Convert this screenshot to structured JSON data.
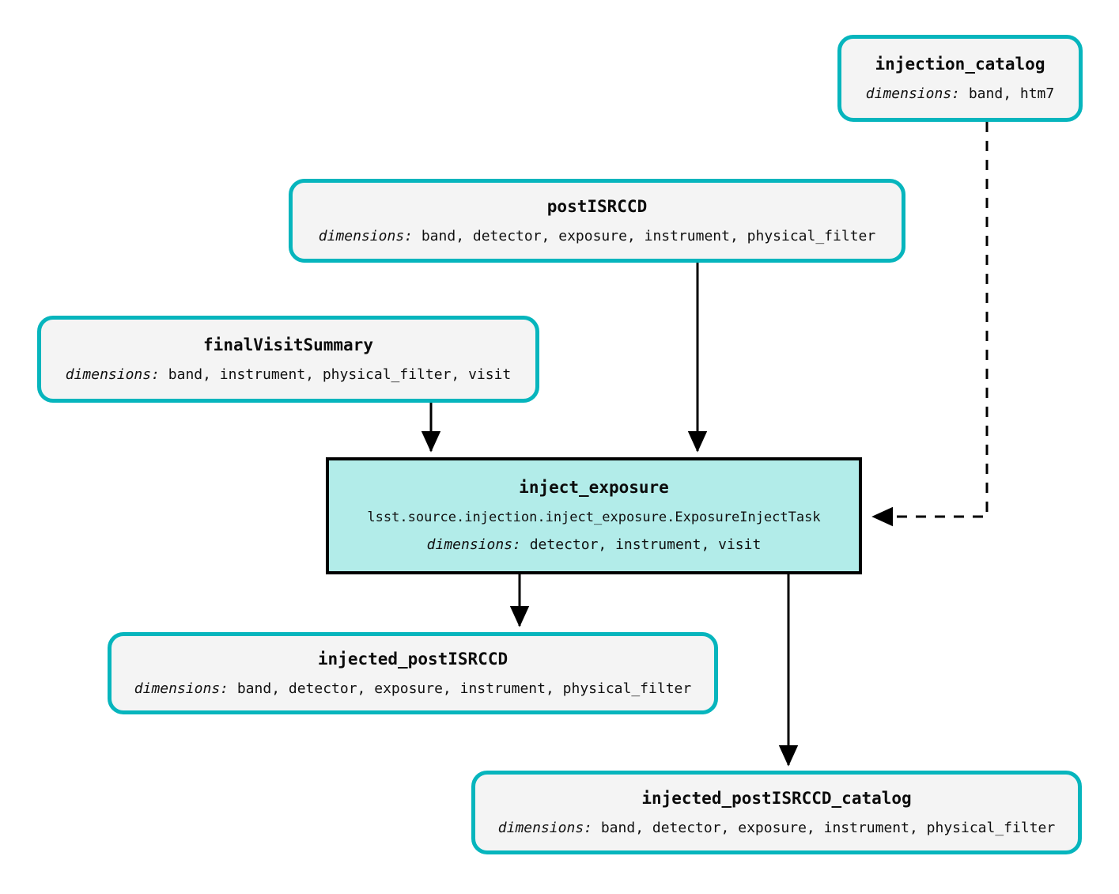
{
  "diagram": {
    "type": "pipeline-task-graph",
    "background": "#ffffff",
    "colors": {
      "dataset_border": "#06b5bd",
      "dataset_fill": "#f4f4f4",
      "task_border": "#000000",
      "task_fill": "#b2ece9",
      "edge": "#000000"
    },
    "dims_label": "dimensions:"
  },
  "nodes": {
    "injection_catalog": {
      "title": "injection_catalog",
      "kind": "dataset",
      "dims_label": "dimensions:",
      "dims_value": "band, htm7"
    },
    "postISRCCD": {
      "title": "postISRCCD",
      "kind": "dataset",
      "dims_label": "dimensions:",
      "dims_value": "band, detector, exposure, instrument, physical_filter"
    },
    "finalVisitSummary": {
      "title": "finalVisitSummary",
      "kind": "dataset",
      "dims_label": "dimensions:",
      "dims_value": "band, instrument, physical_filter, visit"
    },
    "inject_exposure": {
      "title": "inject_exposure",
      "kind": "task",
      "task_class": "lsst.source.injection.inject_exposure.ExposureInjectTask",
      "dims_label": "dimensions:",
      "dims_value": "detector, instrument, visit"
    },
    "injected_postISRCCD": {
      "title": "injected_postISRCCD",
      "kind": "dataset",
      "dims_label": "dimensions:",
      "dims_value": "band, detector, exposure, instrument, physical_filter"
    },
    "injected_postISRCCD_catalog": {
      "title": "injected_postISRCCD_catalog",
      "kind": "dataset",
      "dims_label": "dimensions:",
      "dims_value": "band, detector, exposure, instrument, physical_filter"
    }
  },
  "edges": [
    {
      "from": "postISRCCD",
      "to": "inject_exposure",
      "style": "solid"
    },
    {
      "from": "finalVisitSummary",
      "to": "inject_exposure",
      "style": "solid"
    },
    {
      "from": "injection_catalog",
      "to": "inject_exposure",
      "style": "dashed"
    },
    {
      "from": "inject_exposure",
      "to": "injected_postISRCCD",
      "style": "solid"
    },
    {
      "from": "inject_exposure",
      "to": "injected_postISRCCD_catalog",
      "style": "solid"
    }
  ]
}
